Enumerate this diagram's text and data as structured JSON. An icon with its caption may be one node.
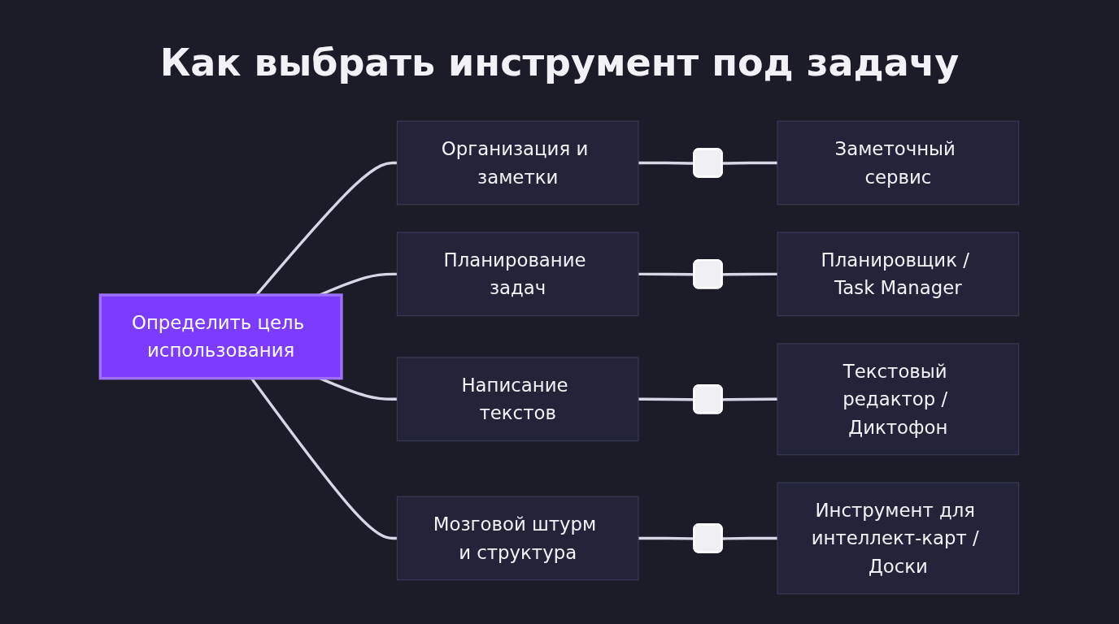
{
  "diagram": {
    "title": "Как выбрать инструмент под задачу",
    "nodes": [
      {
        "text": [
          "Определить цель использования"
        ]
      },
      {
        "text": [
          "Организация и заметки"
        ]
      },
      {
        "text": [],
        "shape": "box"
      },
      {
        "text": [
          "Заметочный сервис"
        ]
      },
      {
        "text": [
          "Планирование задач"
        ]
      },
      {
        "text": [],
        "shape": "box"
      },
      {
        "text": [
          "Планировщик / Task Manager"
        ]
      },
      {
        "text": [
          "Написание текстов"
        ]
      },
      {
        "text": [],
        "shape": "box"
      },
      {
        "text": [
          "Текстовый редактор / Диктофон"
        ]
      },
      {
        "text": [
          "Мозговой штурм и структура"
        ]
      },
      {
        "text": [],
        "shape": "box"
      },
      {
        "text": [
          "Инструмент для интеллект-карт / Доски"
        ]
      }
    ],
    "edges": [
      {
        "from": 0,
        "to": 1,
        "arrow": "none"
      },
      {
        "from": 1,
        "to": 2,
        "arrow": "none"
      },
      {
        "from": 2,
        "to": 3,
        "arrow": "none"
      },
      {
        "from": 0,
        "to": 4,
        "arrow": "none"
      },
      {
        "from": 4,
        "to": 5,
        "arrow": "none"
      },
      {
        "from": 5,
        "to": 6,
        "arrow": "none"
      },
      {
        "from": 0,
        "to": 7,
        "arrow": "none"
      },
      {
        "from": 7,
        "to": 8,
        "arrow": "none"
      },
      {
        "from": 8,
        "to": 9,
        "arrow": "none"
      },
      {
        "from": 0,
        "to": 10,
        "arrow": "none"
      },
      {
        "from": 10,
        "to": 11,
        "arrow": "none"
      },
      {
        "from": 11,
        "to": 12,
        "arrow": "none"
      }
    ]
  }
}
